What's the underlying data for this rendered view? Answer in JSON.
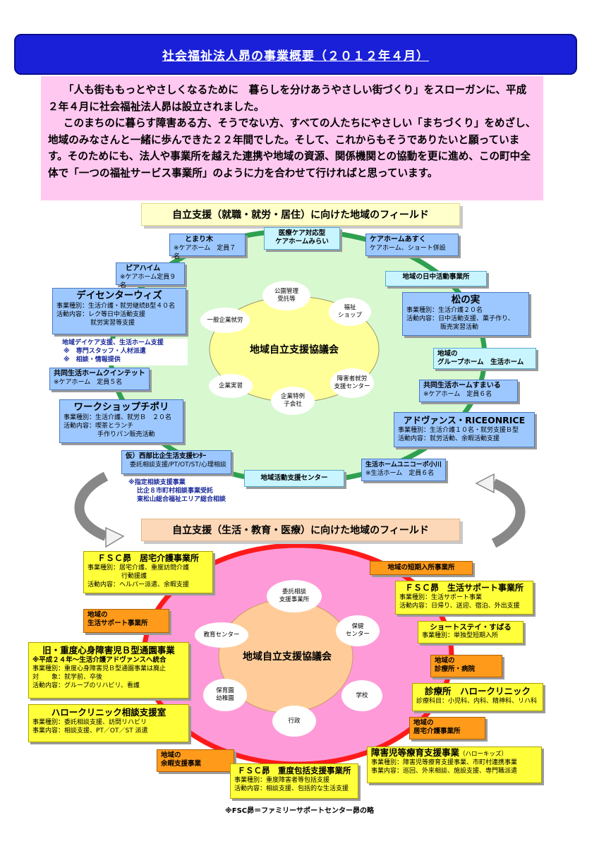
{
  "title": "社会福祉法人昴の事業概要（２０１２年４月）",
  "intro": {
    "p1": "「人も街ももっとやさしくなるために　暮らしを分けあうやさしい街づくり」をスローガンに、平成２年４月に社会福祉法人昴は設立されました。",
    "p2": "このまちのに暮らす障害ある方、そうでない方、すべての人たちにやさしい「まちづくり」をめざし、地域のみなさんと一緒に歩んできた２２年間でした。そして、これからもそうでありたいと願っています。そのためにも、法人や事業所を越えた連携や地域の資源、関係機関との協動を更に進め、この町中全体で「一つの福祉サービス事業所」のように力を合わせて行ければと思っています。"
  },
  "field1": {
    "title": "自立支援（就職・就労・居住）に向けた地域のフィールド",
    "center": "地域自立支援協議会",
    "inner": [
      "公園管理\n受託等",
      "福祉\nショップ",
      "障害者就労\n支援センター",
      "企業特例\n子会社",
      "企業実習",
      "一般企業就労"
    ],
    "boxes": {
      "tomarigi_t": "とまり木",
      "tomarigi_d": "※ケアホーム　定員７名",
      "iryou_t": "医療ケア対応型\nケアホームみらい",
      "asuku_t": "ケアホームあすく",
      "asuku_d": "ケアホーム、ショート併設",
      "piahaim_t": "ピアハイム",
      "piahaim_d": "※ケアホーム定員９名",
      "nicchu": "地域の日中活動事業所",
      "wiz_t": "デイセンターウィズ",
      "wiz_d1": "事業種別：生活介護・就労継続B型４０名",
      "wiz_d2": "活動内容：レク等日中活動支援",
      "wiz_d3": "就労実習等支援",
      "daycare1": "地域デイケア支援、生活ホーム支援",
      "daycare2": "※　専門スタッフ・人材派遣",
      "daycare3": "※　相談・情報提供",
      "matsu_t": "松の実",
      "matsu_d1": "事業種別：生活介護２０名",
      "matsu_d2": "活動内容：日中活動支援、菓子作り、",
      "matsu_d3": "販売実習活動",
      "gh_t": "地域の\nグループホーム　生活ホーム",
      "quint_t": "共同生活ホームクインテット",
      "quint_d": "※ケアホーム　定員５名",
      "sumairu_t": "共同生活ホームすまいる",
      "sumairu_d": "※ケアホーム　定員６名",
      "work_t": "ワークショップチポリ",
      "work_d1": "事業種別：生活介護、就労Ｂ　２０名",
      "work_d2": "活動内容：喫茶とランチ",
      "work_d3": "手作りパン販売活動",
      "adv_t": "アドヴァンス・RICEONRICE",
      "adv_d1": "事業種別：生活介護１０名・就労支援Ｂ型",
      "adv_d2": "活動内容：就労活動、余暇活動支援",
      "seibu_t": "仮）西部比企生活支援ｾﾝﾀｰ",
      "seibu_d": "委託相談支援/PT/OT/ST/心理相談",
      "unico_t": "生活ホームユニコーポ小川",
      "unico_d": "※生活ホーム　定員６名",
      "katsudou": "地域活動支援センター",
      "shitei1": "※指定相談支援事業",
      "shitei2": "比企８市町村相談事業受託",
      "shitei3": "東松山総合福祉エリア総合相談"
    }
  },
  "field2": {
    "title": "自立支援（生活・教育・医療）に向けた地域のフィールド",
    "center": "地域自立支援協議会",
    "inner": [
      "委託相談\n支援事業所",
      "保健\nセンター",
      "学校",
      "行政",
      "保育園\n幼稚園",
      "教育センター"
    ],
    "boxes": {
      "fsc1_t": "ＦＳＣ昴　居宅介護事業所",
      "fsc1_d1": "事業種別：居宅介護、重度訪問介護",
      "fsc1_d2": "行動援護",
      "fsc1_d3": "活動内容：ヘルパー派遣、余暇支援",
      "tanki": "地域の短期入所事業所",
      "fsc2_t": "ＦＳＣ昴　生活サポート事業所",
      "fsc2_d1": "事業種別：生活サポート事業",
      "fsc2_d2": "活動内容：日帰り、送迎、宿泊、外出支援",
      "seikatsu_t": "地域の\n生活サポート事業所",
      "short_t": "ショートステイ・すばる",
      "short_d": "事業種別：単独型短期入所",
      "kyu_t": "旧・重度心身障害児Ｂ型通園事業",
      "kyu_t2": "※平成２４年～生活介護アドヴァンスへ統合",
      "kyu_d1": "事業種別：重度心身障害児Ｂ型通園事業は廃止",
      "kyu_d2": "対　　象：就学前、卒後",
      "kyu_d3": "活動内容：グループのリハビリ、看護",
      "shinryou_t": "地域の\n診療所・病院",
      "hello_t": "診療所　ハロークリニック",
      "hello_d": "診療科目：小児科、内科、精神科、リハ科",
      "hellosoudan_t": "ハロークリニック相談支援室",
      "hellosoudan_d1": "事業種別：委託相談支援、訪問リハビリ",
      "hellosoudan_d2": "事業内容：相談支援、PT／OT／ST 派遣",
      "kyotaku_t": "地域の\n居宅介護事業所",
      "shougai_t": "障害児等療育支援事業",
      "shougai_t2": "（ハローキッズ）",
      "shougai_d1": "事業種別：障害児等療育支援事業、市町村連携事業",
      "shougai_d2": "事業内容：巡回、外来相談、施設支援、専門職派遣",
      "yoka_t": "地域の\n余暇支援事業",
      "fsc3_t": "ＦＳＣ昴　重度包括支援事業所",
      "fsc3_d1": "事業種別：重度障害者等包括支援",
      "fsc3_d2": "活動内容：相談支援、包括的な生活支援"
    }
  },
  "footer": "※FSC昴＝ファミリーサポートセンター昴の略",
  "colors": {
    "banner": "#1a20d8",
    "intro_bg": "#ffc8f0",
    "ring1": "#2fa050",
    "ring2": "#ff1a1a",
    "field1_bg": "#d8f8d0",
    "field2_bg": "#ff9ad8",
    "council1": "#ffff99",
    "council2": "#ffcc99"
  }
}
